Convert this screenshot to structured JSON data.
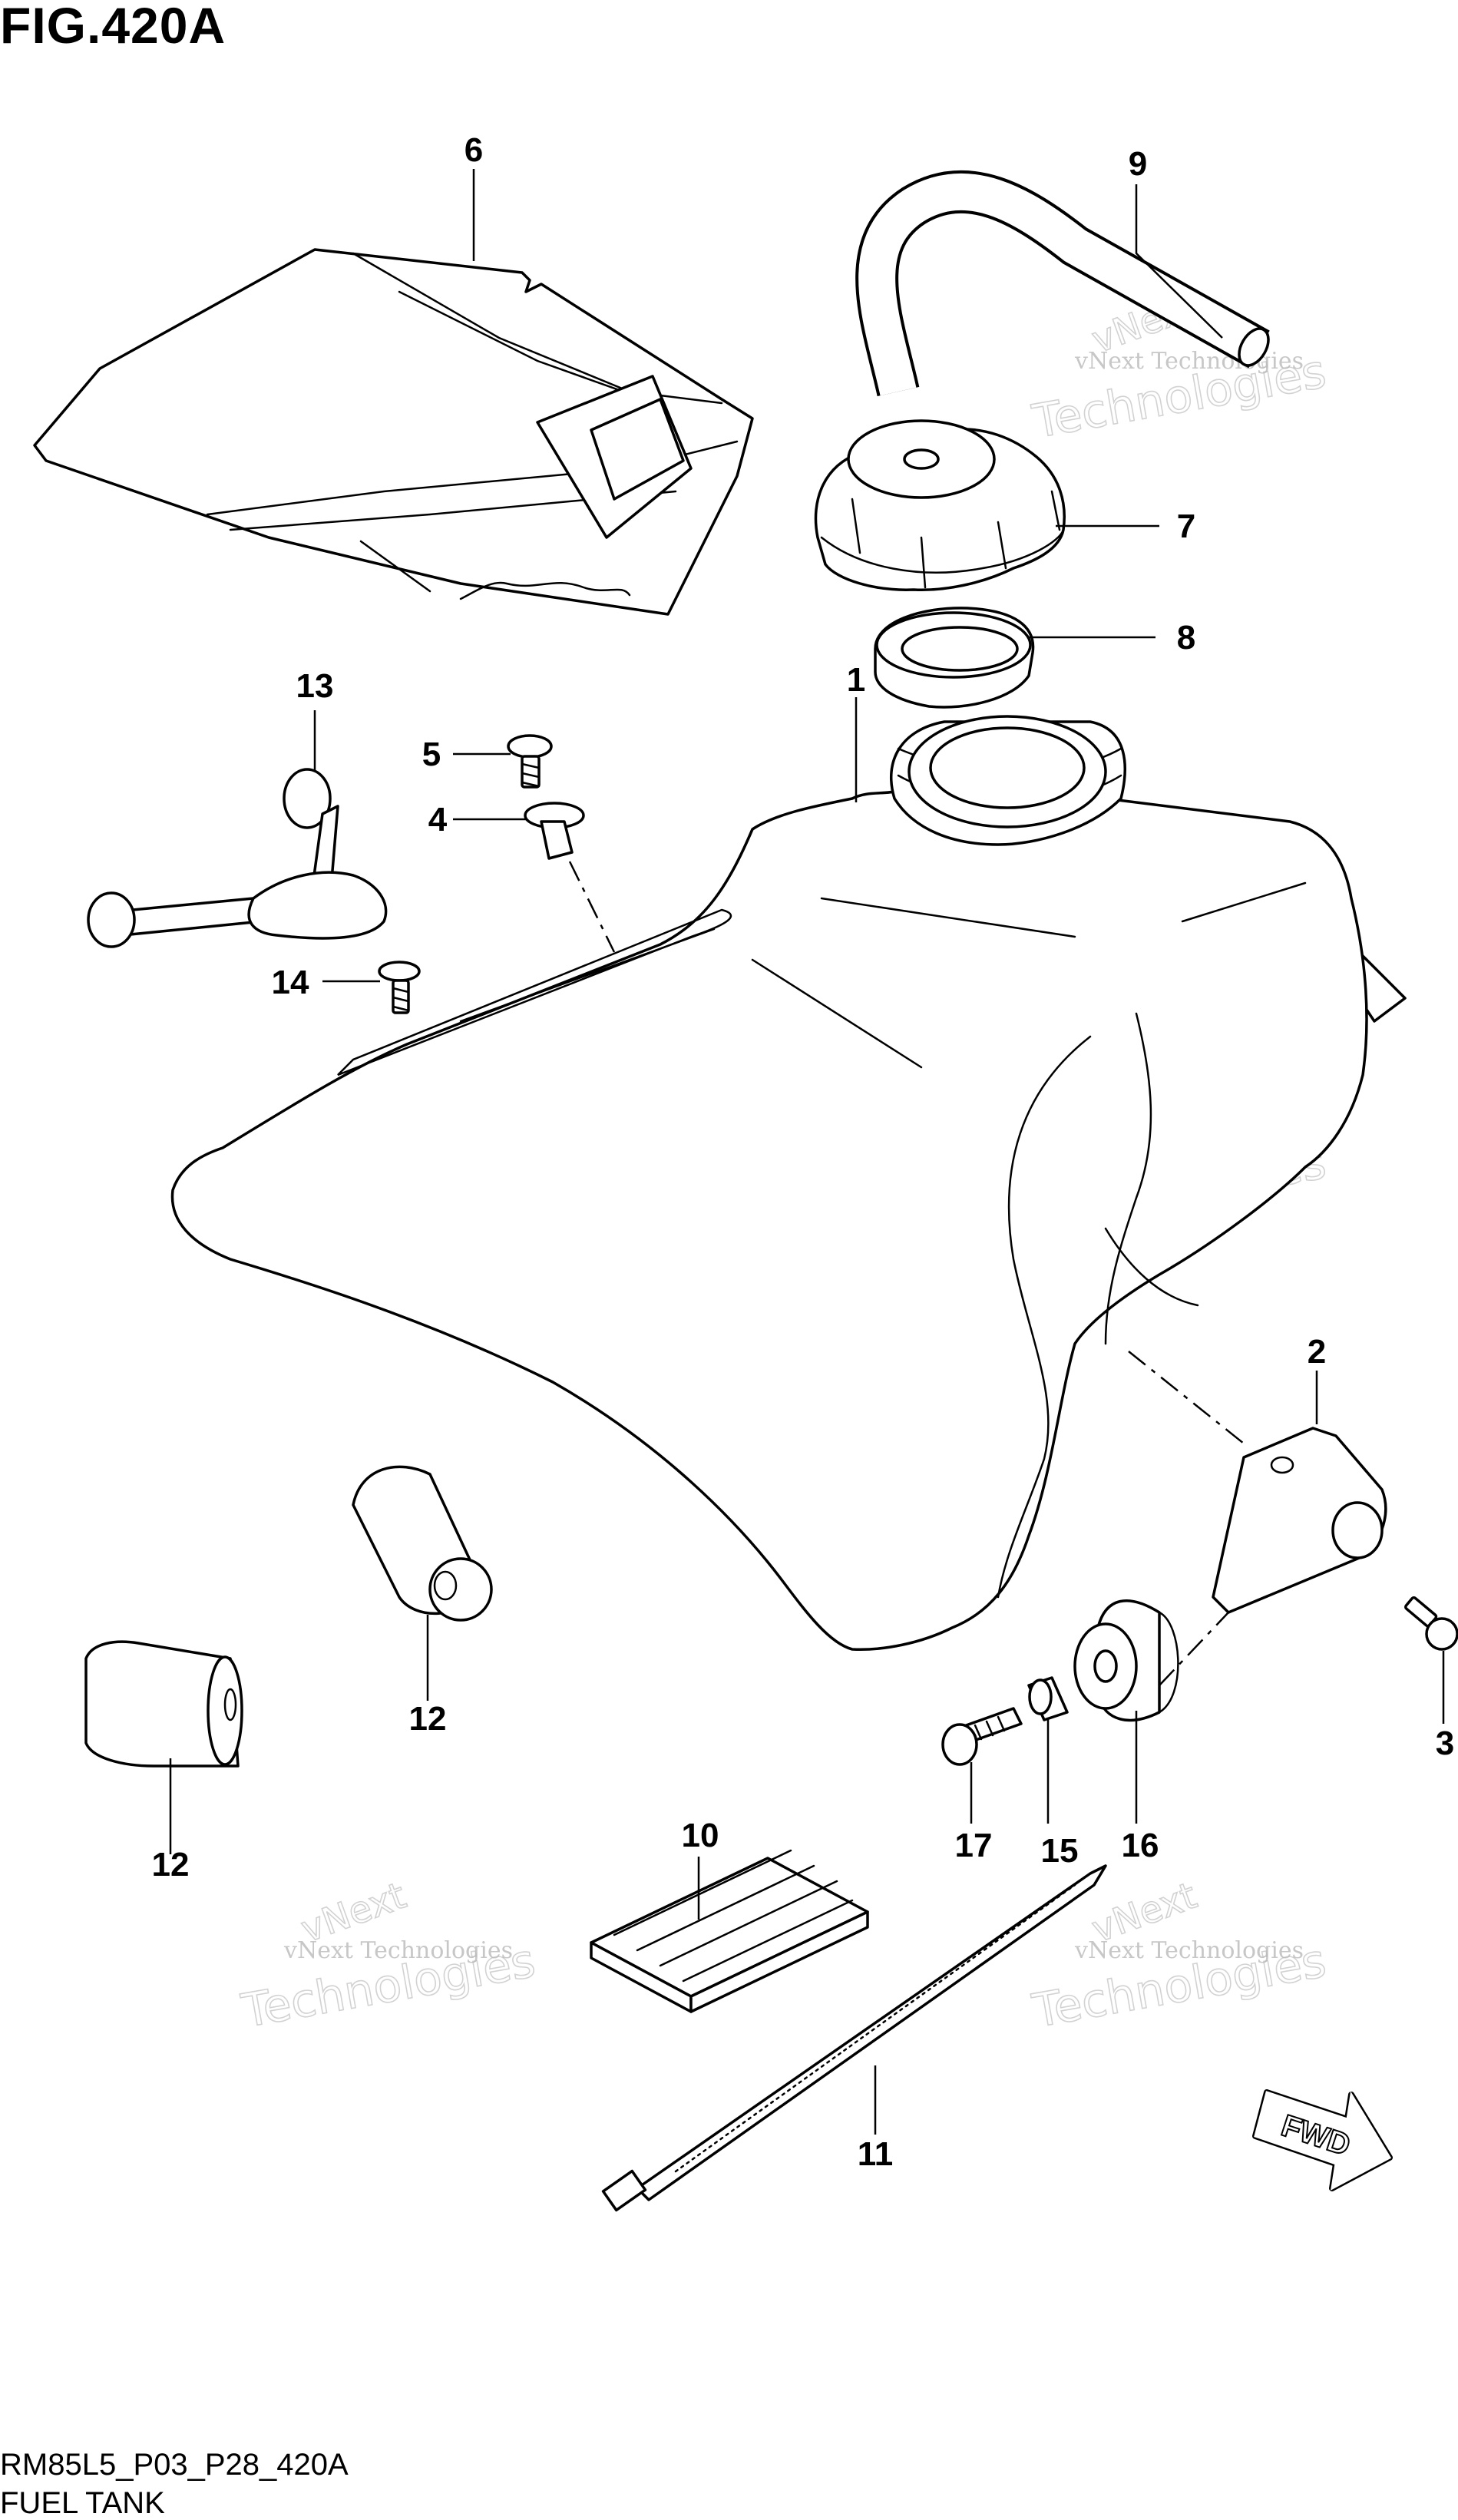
{
  "figure": {
    "title": "FIG.420A",
    "code": "RM85L5_P03_P28_420A",
    "name": "FUEL TANK"
  },
  "callouts": [
    {
      "id": "1",
      "part": "fuel-tank"
    },
    {
      "id": "2",
      "part": "bracket"
    },
    {
      "id": "3",
      "part": "bolt"
    },
    {
      "id": "4",
      "part": "collar"
    },
    {
      "id": "5",
      "part": "screw"
    },
    {
      "id": "6",
      "part": "tank-decal"
    },
    {
      "id": "7",
      "part": "fuel-cap"
    },
    {
      "id": "8",
      "part": "cap-gasket"
    },
    {
      "id": "9",
      "part": "breather-hose"
    },
    {
      "id": "10",
      "part": "foam-pad"
    },
    {
      "id": "11",
      "part": "cable-tie"
    },
    {
      "id": "12",
      "part": "cushion"
    },
    {
      "id": "12",
      "part": "cushion"
    },
    {
      "id": "13",
      "part": "fuel-cock"
    },
    {
      "id": "14",
      "part": "screw"
    },
    {
      "id": "15",
      "part": "collar"
    },
    {
      "id": "16",
      "part": "cushion"
    },
    {
      "id": "17",
      "part": "bolt"
    }
  ],
  "watermark": {
    "line1": "vNext Technologies",
    "line2": "vNext",
    "line3": "Technologies"
  },
  "arrow_label": "FWD"
}
